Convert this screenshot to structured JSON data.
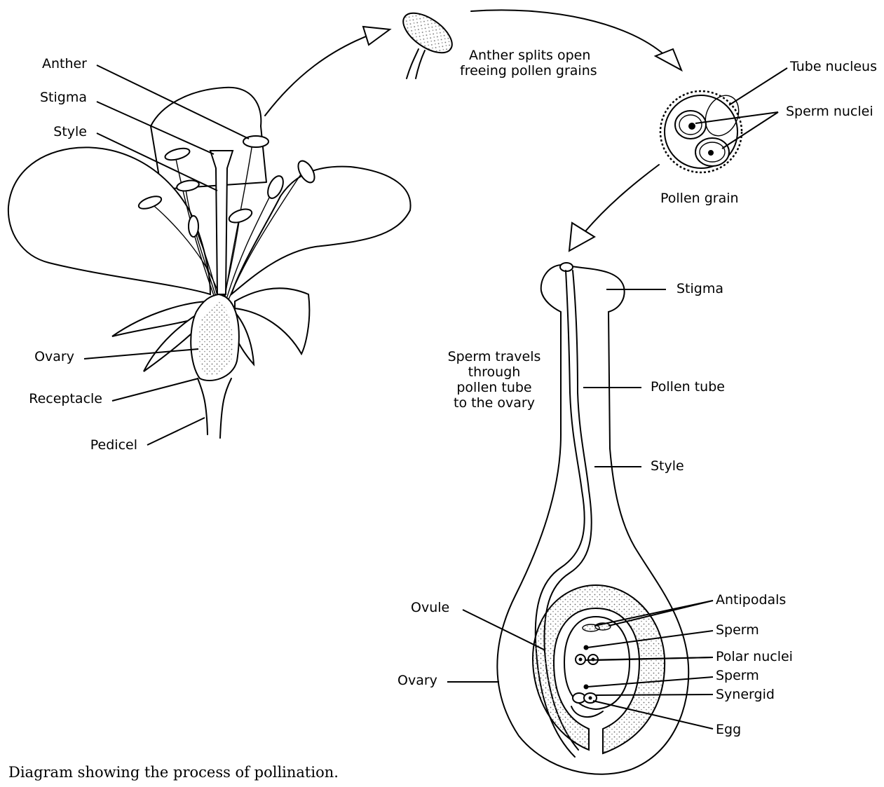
{
  "caption": "Diagram showing the process of pollination.",
  "flower_labels": {
    "anther": "Anther",
    "stigma": "Stigma",
    "style": "Style",
    "ovary": "Ovary",
    "receptacle": "Receptacle",
    "pedicel": "Pedicel"
  },
  "anther_note_line1": "Anther splits open",
  "anther_note_line2": "freeing pollen grains",
  "pollen_labels": {
    "tube_nucleus": "Tube nucleus",
    "sperm_nuclei": "Sperm nuclei",
    "pollen_grain": "Pollen grain"
  },
  "pistil_labels": {
    "stigma": "Stigma",
    "pollen_tube": "Pollen tube",
    "style": "Style",
    "ovule": "Ovule",
    "ovary": "Ovary",
    "antipodals": "Antipodals",
    "sperm_top": "Sperm",
    "polar_nuclei": "Polar nuclei",
    "sperm_bottom": "Sperm",
    "synergid": "Synergid",
    "egg": "Egg"
  },
  "sperm_travel": [
    "Sperm travels",
    "through",
    "pollen tube",
    "to the ovary"
  ],
  "colors": {
    "ink": "#000000",
    "paper": "#ffffff",
    "stipple": "#9a9a9a"
  }
}
